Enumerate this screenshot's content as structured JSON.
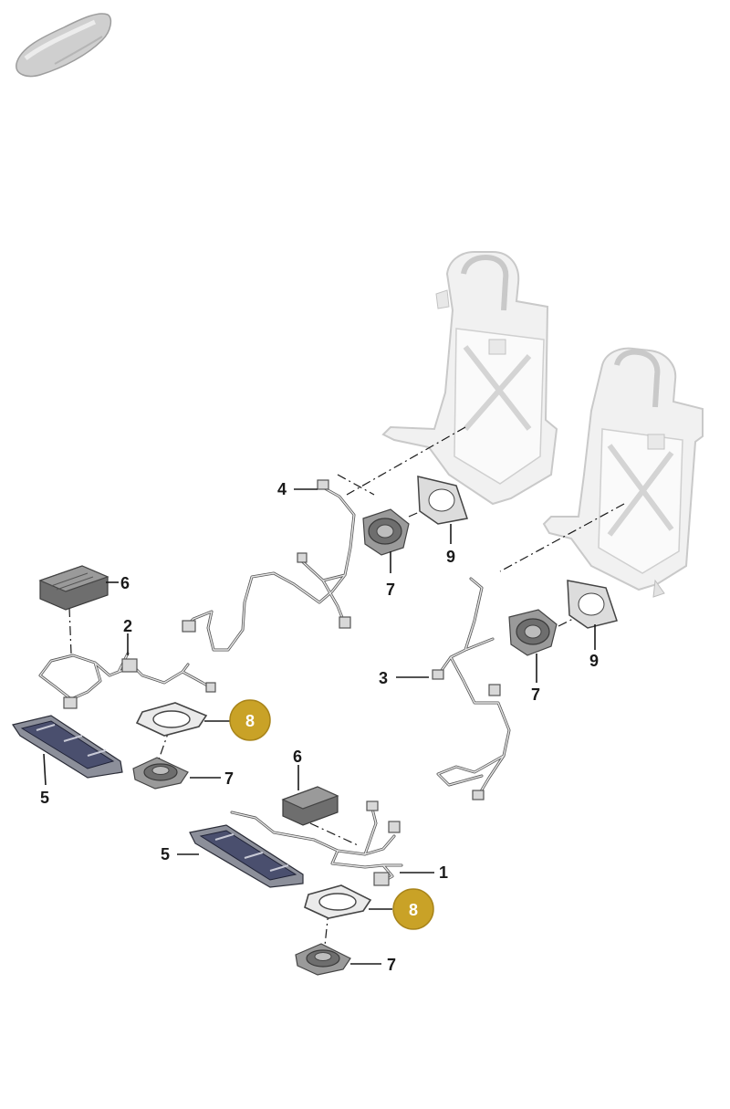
{
  "thumbnail": {
    "icon": "car-silhouette-icon"
  },
  "callouts": {
    "c1": "1",
    "c2": "2",
    "c3": "3",
    "c4": "4",
    "c5a": "5",
    "c5b": "5",
    "c6a": "6",
    "c6b": "6",
    "c7a": "7",
    "c7b": "7",
    "c7c": "7",
    "c7d": "7",
    "c8a": "8",
    "c8b": "8",
    "c9a": "9",
    "c9b": "9"
  },
  "colors": {
    "highlight_badge": "#c9a227",
    "badge_border": "#a8841a",
    "line": "#1a1a1a"
  }
}
